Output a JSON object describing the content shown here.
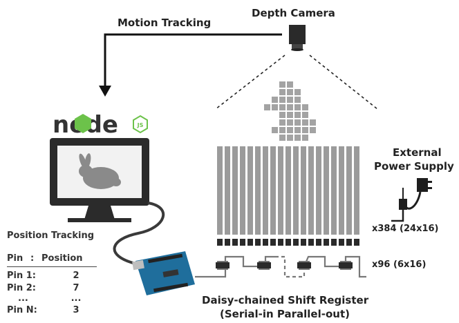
{
  "labels": {
    "depth_camera": "Depth Camera",
    "motion_tracking": "Motion Tracking",
    "external_power_line1": "External",
    "external_power_line2": "Power Supply",
    "position_tracking": "Position Tracking",
    "pins_count": "x384 (24x16)",
    "registers_count": "x96 (6x16)",
    "shift_register_line1": "Daisy-chained Shift Register",
    "shift_register_line2": "(Serial-in Parallel-out)",
    "node_logo_text": "node",
    "js_badge": "JS"
  },
  "table": {
    "headers": [
      "Pin",
      ":",
      "Position"
    ],
    "rows": [
      {
        "pin": "Pin 1:",
        "position": "2"
      },
      {
        "pin": "Pin 2:",
        "position": "7"
      },
      {
        "pin": "...",
        "position": "..."
      },
      {
        "pin": "Pin N:",
        "position": "3"
      }
    ]
  },
  "colors": {
    "pin_bar": "#9b9b9b",
    "pixel": "#a3a3a3",
    "monitor": "#2b2b2b",
    "node_green": "#6cc24a",
    "arduino_blue": "#1f6e9c",
    "wire": "#555555",
    "text": "#222222"
  },
  "icons": [
    "depth-camera-icon",
    "monitor-icon",
    "bunny-icon",
    "arduino-board-icon",
    "power-plug-icon",
    "shift-register-chip-icon"
  ]
}
